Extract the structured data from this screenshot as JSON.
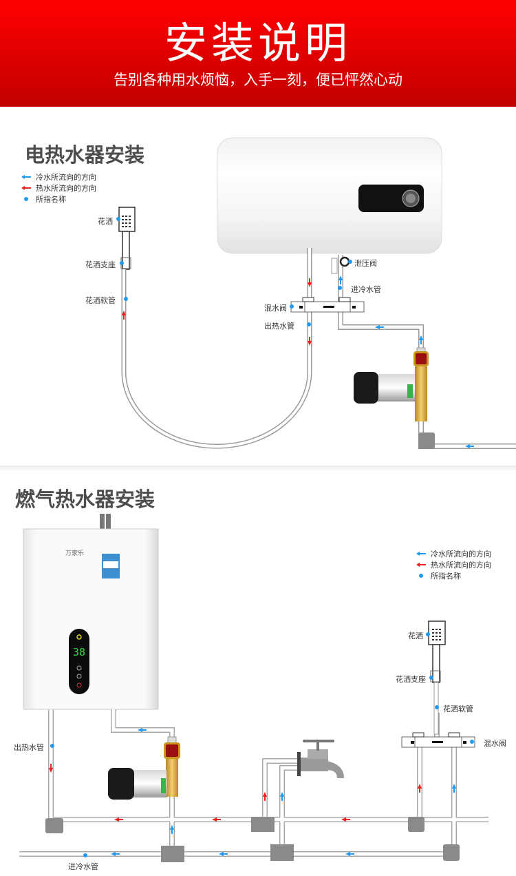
{
  "banner": {
    "title": "安装说明",
    "subtitle": "告别各种用水烦恼，入手一刻，便已怦然心动",
    "gradient_top": "#ff0000",
    "gradient_bottom": "#c20000"
  },
  "colors": {
    "cold_arrow": "#1e9bf0",
    "hot_arrow": "#f01e1e",
    "marker_dot": "#1e9bf0",
    "pipe": "#a8a8a8",
    "fitting": "#8a8a8a"
  },
  "legend": [
    {
      "symbol": "cold-arrow",
      "label": "冷水所流向的方向"
    },
    {
      "symbol": "hot-arrow",
      "label": "热水所流向的方向"
    },
    {
      "symbol": "dot",
      "label": "所指名称"
    }
  ],
  "electric": {
    "title": "电热水器安装",
    "labels": {
      "shower_head": "花洒",
      "shower_holder": "花洒支座",
      "shower_hose": "花洒软管",
      "relief_valve": "泄压阀",
      "cold_inlet": "进冷水管",
      "mixing_valve": "混水阀",
      "hot_outlet": "出热水管"
    }
  },
  "gas": {
    "title": "燃气热水器安装",
    "display_temp": "38",
    "brand": "万家乐",
    "labels": {
      "shower_head": "花洒",
      "shower_holder": "花洒支座",
      "shower_hose": "花洒软管",
      "mixing_valve": "混水阀",
      "hot_outlet": "出热水管",
      "cold_inlet": "进冷水管"
    }
  }
}
